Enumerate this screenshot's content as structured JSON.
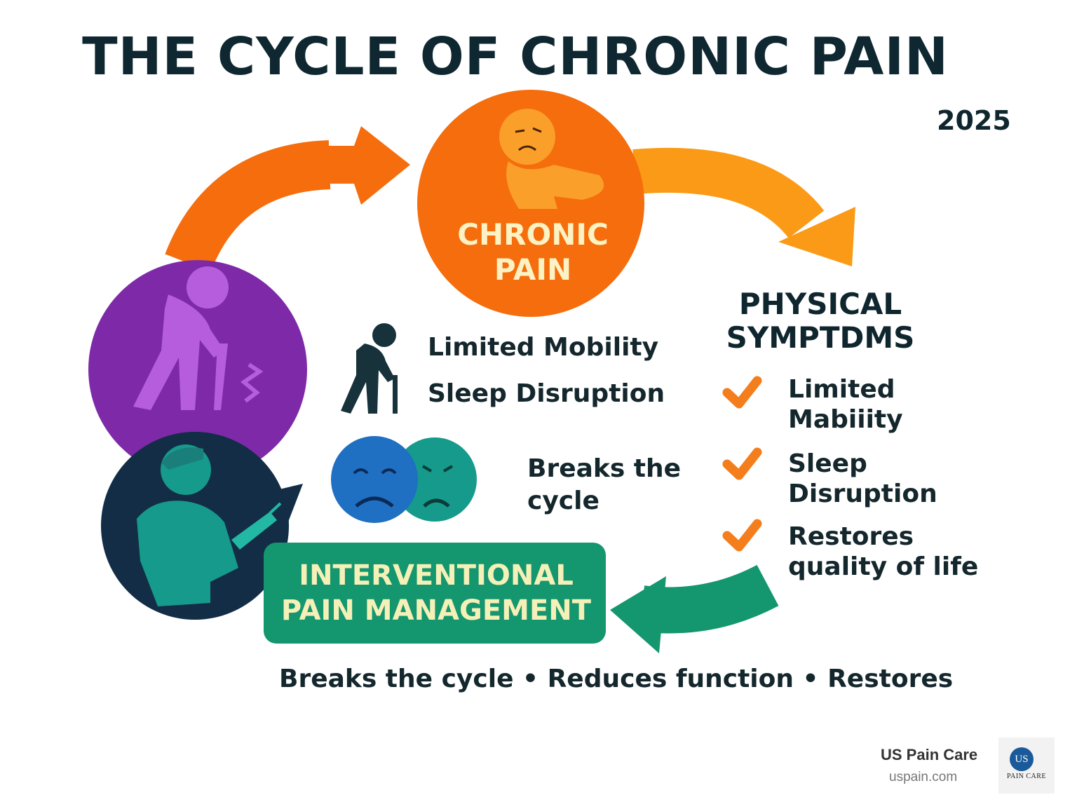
{
  "title": "THE CYCLE OF CHRONIC PAIN",
  "year": "2025",
  "chronic_pain": {
    "label": "CHRONIC PAIN"
  },
  "middle": {
    "mobility": "Limited Mobility",
    "sleep": "Sleep Disruption",
    "breaks": "Breaks the cycle"
  },
  "physical_symptoms": {
    "title": "PHYSICAL SYMPTDMS",
    "items": [
      "Limited Mabiiity",
      "Sleep Disruption",
      "Restores quality of life"
    ]
  },
  "intervention": {
    "label": "INTERVENTIONAL PAIN MANAGEMENT"
  },
  "bottom_line": "Breaks the cycle • Reduces function • Restores",
  "brand": {
    "name": "US Pain Care",
    "url": "uspain.com",
    "logo_mark": "US",
    "logo_text": "PAIN CARE"
  },
  "colors": {
    "orange": "#f56d0c",
    "light_orange": "#fb9a16",
    "purple": "#7e2aa8",
    "navy": "#132d46",
    "green": "#14966e",
    "teal": "#159a8c",
    "blue": "#1f6fc2"
  }
}
